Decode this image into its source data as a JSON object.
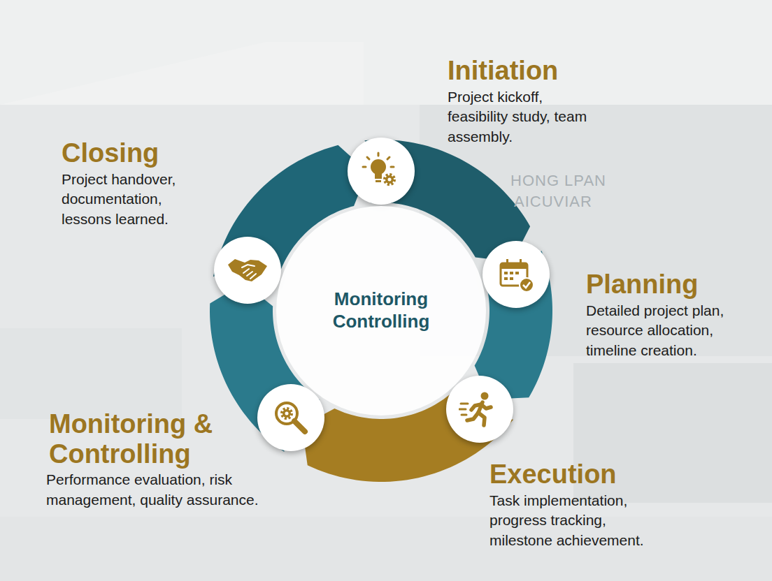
{
  "diagram": {
    "nodes": [
      {
        "text": [
          "Initiation",
          "Project kickoff, feasibility study, team assembly."
        ]
      },
      {
        "text": [
          "Planning",
          "Detailed project plan, resource allocation, timeline creation."
        ]
      },
      {
        "text": [
          "Execution",
          "Task implementation, progress tracking, milestone achievement."
        ]
      },
      {
        "text": [
          "Monitoring & Controlling",
          "Performance evaluation, risk management, quality assurance."
        ]
      },
      {
        "text": [
          "Closing",
          "Project handover, documentation, lessons learned."
        ]
      },
      {
        "text": [
          "Monitoring Controlling"
        ]
      }
    ],
    "edges": [
      {
        "from": 0,
        "to": 1,
        "arrow": "to"
      },
      {
        "from": 1,
        "to": 2,
        "arrow": "to"
      },
      {
        "from": 2,
        "to": 3,
        "arrow": "to"
      },
      {
        "from": 3,
        "to": 4,
        "arrow": "to"
      },
      {
        "from": 4,
        "to": 0,
        "arrow": "to"
      }
    ],
    "labels": [
      "HONG LPAN",
      "AICUVIAR"
    ]
  }
}
